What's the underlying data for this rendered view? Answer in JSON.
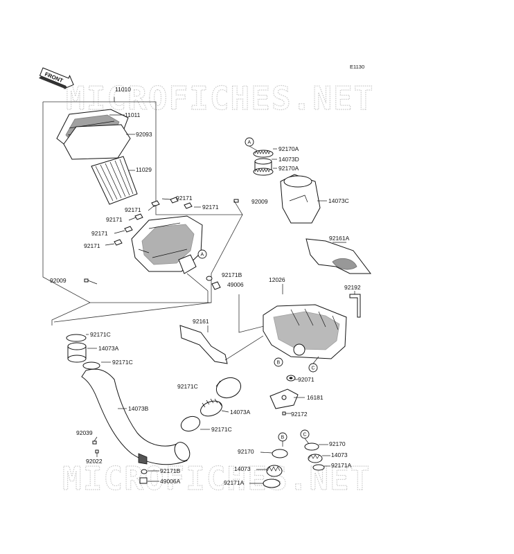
{
  "diagram_code": "E1130",
  "front_label": "FRONT",
  "watermarks": [
    "MICROFICHES.NET",
    "MICROFICHES.NET"
  ],
  "parts": {
    "p11010": "11010",
    "p11011": "11011",
    "p92093": "92093",
    "p11029": "11029",
    "p92171_a": "92171",
    "p92171_b": "92171",
    "p92171_c": "92171",
    "p92171_d": "92171",
    "p92171_e": "92171",
    "p92171_f": "92171",
    "p92009_a": "92009",
    "p92009_b": "92009",
    "p92171B_a": "92171B",
    "p49006": "49006",
    "p92170A_a": "92170A",
    "p14073D": "14073D",
    "p92170A_b": "92170A",
    "p14073C": "14073C",
    "p92161A": "92161A",
    "p12026": "12026",
    "p92192": "92192",
    "p92161": "92161",
    "p92171C_a": "92171C",
    "p14073A_a": "14073A",
    "p92171C_b": "92171C",
    "p14073B": "14073B",
    "p92171C_c": "92171C",
    "p14073A_b": "14073A",
    "p92171C_d": "92171C",
    "p92071": "92071",
    "p16181": "16181",
    "p92172": "92172",
    "p92039": "92039",
    "p92022": "92022",
    "p92171B_b": "92171B",
    "p49006A": "49006A",
    "p92170_a": "92170",
    "p14073_a": "14073",
    "p92171A_a": "92171A",
    "p92170_b": "92170",
    "p14073_b": "14073",
    "p92171A_b": "92171A"
  },
  "refs": {
    "A1": "A",
    "A2": "A",
    "B1": "B",
    "B2": "B",
    "C1": "C",
    "C2": "C"
  }
}
